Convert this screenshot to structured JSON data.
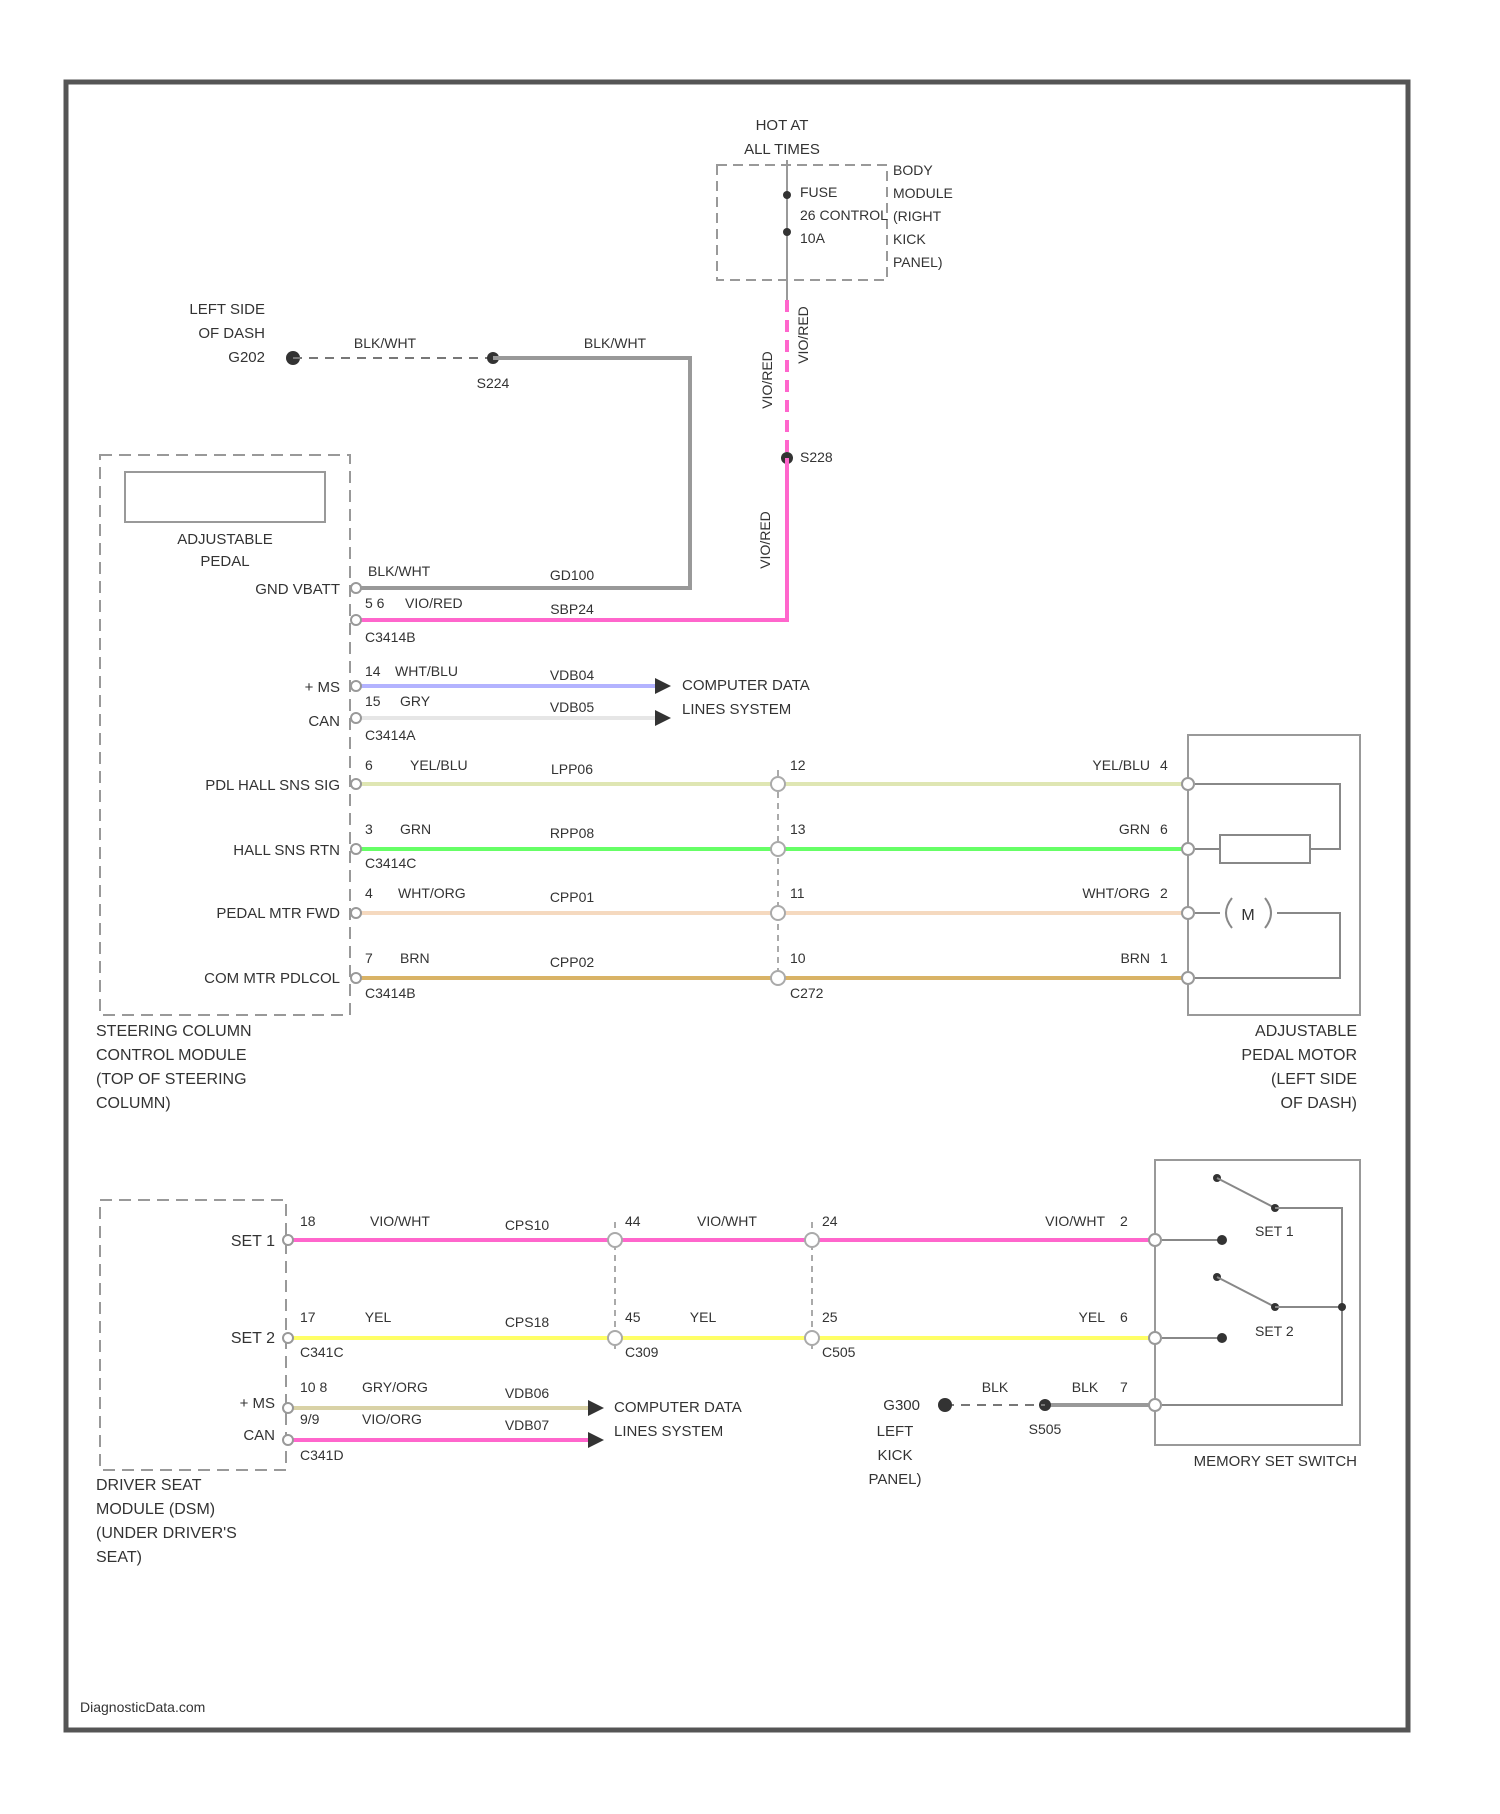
{
  "diagram": {
    "footer": "DiagnosticData.com",
    "fuse_box": {
      "hot_line1": "HOT AT",
      "hot_line2": "ALL TIMES",
      "fuse_label": "FUSE",
      "fuse_name": "26 CONTROL",
      "fuse_amp": "10A",
      "module_line1": "BODY",
      "module_line2": "MODULE",
      "module_line3": "(RIGHT",
      "module_line4": "KICK",
      "module_line5": "PANEL)"
    },
    "ground_top": {
      "loc_line1": "LEFT SIDE",
      "loc_line2": "OF DASH",
      "ground_id": "G202",
      "wire1": "BLK/WHT",
      "splice": "S224",
      "wire2": "BLK/WHT"
    },
    "feed": {
      "wire_upper_left": "VIO/RED",
      "wire_upper_right": "VIO/RED",
      "splice": "S228",
      "wire_lower": "VIO/RED"
    },
    "pedal_module": {
      "box_title_line1": "ADJUSTABLE",
      "box_title_line2": "PEDAL",
      "name_line1": "STEERING COLUMN",
      "name_line2": "CONTROL MODULE",
      "name_line3": "(TOP OF STEERING",
      "name_line4": "COLUMN)",
      "gnd_label": "GND VBATT",
      "gnd_wire": "BLK/WHT",
      "gnd_circuit": "GD100",
      "batt_pin": "5 6",
      "batt_wire": "VIO/RED",
      "batt_circuit": "SBP24",
      "connector1": "C3414B",
      "ms_label": "+ MS",
      "can_label": "CAN",
      "ms_pin": "14",
      "ms_wire": "WHT/BLU",
      "ms_circuit": "VDB04",
      "can_pin": "15",
      "can_wire": "GRY",
      "can_circuit": "VDB05",
      "connector2": "C3414A",
      "data_line1": "COMPUTER DATA",
      "data_line2": "LINES SYSTEM",
      "rows": [
        {
          "label": "PDL HALL SNS SIG",
          "pin": "6",
          "wire": "YEL/BLU",
          "circuit": "LPP06",
          "inline_pin": "12",
          "wire_right": "YEL/BLU",
          "motor_pin": "4"
        },
        {
          "label": "HALL SNS RTN",
          "pin": "3",
          "wire": "GRN",
          "circuit": "RPP08",
          "inline_pin": "13",
          "wire_right": "GRN",
          "motor_pin": "6"
        },
        {
          "label": "PEDAL MTR FWD",
          "pin": "4",
          "wire": "WHT/ORG",
          "circuit": "CPP01",
          "inline_pin": "11",
          "wire_right": "WHT/ORG",
          "motor_pin": "2"
        },
        {
          "label": "COM MTR PDLCOL",
          "pin": "7",
          "wire": "BRN",
          "circuit": "CPP02",
          "inline_pin": "10",
          "wire_right": "BRN",
          "motor_pin": "1"
        }
      ],
      "connector_hall": "C3414C",
      "connector_bottom": "C3414B",
      "inline_connector": "C272"
    },
    "pedal_motor": {
      "name_line1": "ADJUSTABLE",
      "name_line2": "PEDAL MOTOR",
      "name_line3": "(LEFT SIDE",
      "name_line4": "OF DASH)",
      "motor_symbol": "M"
    },
    "seat_module": {
      "name_line1": "DRIVER SEAT",
      "name_line2": "MODULE (DSM)",
      "name_line3": "(UNDER DRIVER'S",
      "name_line4": "SEAT)",
      "set1_label": "SET 1",
      "set2_label": "SET 2",
      "set1_pin": "18",
      "set1_wire": "VIO/WHT",
      "set1_circuit": "CPS10",
      "set1_pin2": "44",
      "set1_wire2": "VIO/WHT",
      "set1_pin3": "24",
      "set1_wire_right": "VIO/WHT",
      "set1_switch_pin": "2",
      "set2_pin": "17",
      "set2_wire": "YEL",
      "set2_circuit": "CPS18",
      "set2_pin2": "45",
      "set2_wire2": "YEL",
      "set2_pin3": "25",
      "set2_wire_right": "YEL",
      "set2_switch_pin": "6",
      "connector_a": "C341C",
      "connector_b": "C309",
      "connector_c": "C505",
      "ms_label": "+ MS",
      "can_label": "CAN",
      "ms_pin": "10 8",
      "ms_wire": "GRY/ORG",
      "ms_circuit": "VDB06",
      "can_pin": "9/9",
      "can_wire": "VIO/ORG",
      "can_circuit": "VDB07",
      "connector_d": "C341D",
      "data_line1": "COMPUTER DATA",
      "data_line2": "LINES SYSTEM"
    },
    "memory_switch": {
      "name": "MEMORY SET SWITCH",
      "set1": "SET 1",
      "set2": "SET 2",
      "gnd_pin": "7",
      "gnd_wire_left": "BLK",
      "gnd_wire_right": "BLK",
      "splice": "S505",
      "ground_id": "G300",
      "ground_loc1": "LEFT",
      "ground_loc2": "KICK",
      "ground_loc3": "PANEL)"
    },
    "colors": {
      "frame": "#555555",
      "pink": "#ff66cc",
      "lavender": "#b3b3ff",
      "white_wire": "#e6e6e6",
      "yellow_blue": "#dfe6b3",
      "green": "#66ff66",
      "white_orange": "#f5d9bf",
      "brown": "#d9b366",
      "yellow": "#ffff66",
      "gray_orange": "#d9d2a6",
      "ground_wire": "#999999"
    }
  }
}
